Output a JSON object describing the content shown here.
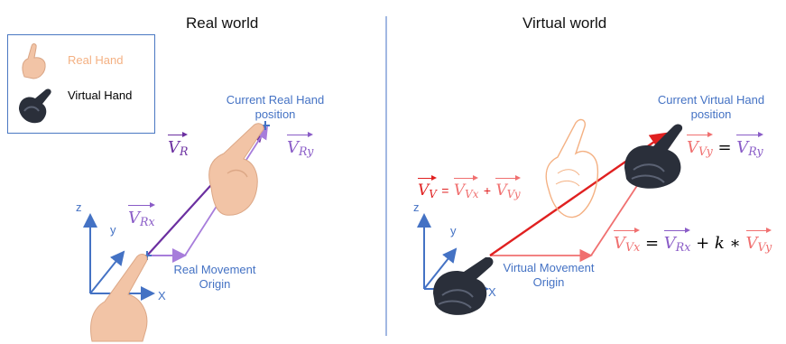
{
  "titles": {
    "real": "Real world",
    "virtual": "Virtual world"
  },
  "legend": {
    "real_hand": "Real Hand",
    "virtual_hand": "Virtual Hand"
  },
  "real": {
    "current_label_1": "Current Real Hand",
    "current_label_2": "position",
    "origin_label_1": "Real Movement",
    "origin_label_2": "Origin",
    "vr_base": "V",
    "vr_sub": "R",
    "vry_base": "V",
    "vry_sub": "Ry",
    "vrx_base": "V",
    "vrx_sub": "Rx"
  },
  "axes": {
    "z": "z",
    "y": "y",
    "x": "X"
  },
  "virtual": {
    "current_label_1": "Current Virtual Hand",
    "current_label_2": "position",
    "origin_label_1": "Virtual Movement",
    "origin_label_2": "Origin",
    "vv_base": "V",
    "vv_sub": "V",
    "eq": "=",
    "plus": "+",
    "times": "k ∗",
    "vvx_sub": "Vx",
    "vvy_sub": "Vy",
    "rx_sub": "Rx",
    "ry_sub": "Ry"
  },
  "colors": {
    "blue": "#4472c4",
    "purple": "#8a5cc7",
    "dark_purple": "#6b2fa0",
    "red": "#e02020",
    "pink": "#f07070",
    "skin": "#f2c4a6",
    "glove": "#2a2f3a"
  }
}
